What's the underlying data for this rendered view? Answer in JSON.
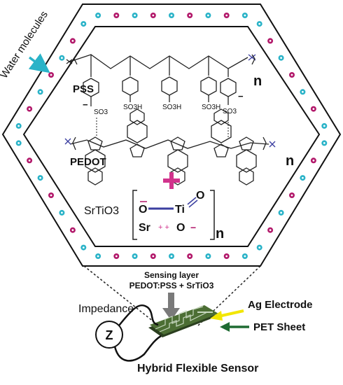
{
  "labels": {
    "water_molecules": "Water molecules",
    "pss": "PSS",
    "pedot": "PEDOT",
    "n_pss": "n",
    "n_pedot": "n",
    "n_srtio3": "n",
    "so3_minus_left": "SO3",
    "so3h_1": "SO3H",
    "so3h_2": "SO3H",
    "so3h_3": "SO3H",
    "so3_minus_right": "SO3",
    "minus_sign": "−",
    "srtio3": "SrTiO3",
    "o_left": "O",
    "ti": "Ti",
    "o_top": "O",
    "sr": "Sr",
    "plus_plus": "+ +",
    "o_bottom": "O",
    "minus_bottom": "−",
    "sensing_layer_line1": "Sensing layer",
    "sensing_layer_line2": "PEDOT:PSS + SrTiO3",
    "impedance": "Impedance",
    "z": "Z",
    "ag_electrode": "Ag Electrode",
    "pet_sheet": "PET Sheet",
    "hybrid_flexible_sensor": "Hybrid Flexible Sensor"
  },
  "colors": {
    "water_cyan": "#2ab3c8",
    "water_magenta": "#b2186a",
    "pedot_blue": "#3b3fa0",
    "plus_magenta": "#d1338c",
    "arrow_gray": "#7a7a7a",
    "arrow_yellow": "#f2e600",
    "arrow_green": "#1f6b32",
    "sensor_green": "#3a5a2a"
  }
}
